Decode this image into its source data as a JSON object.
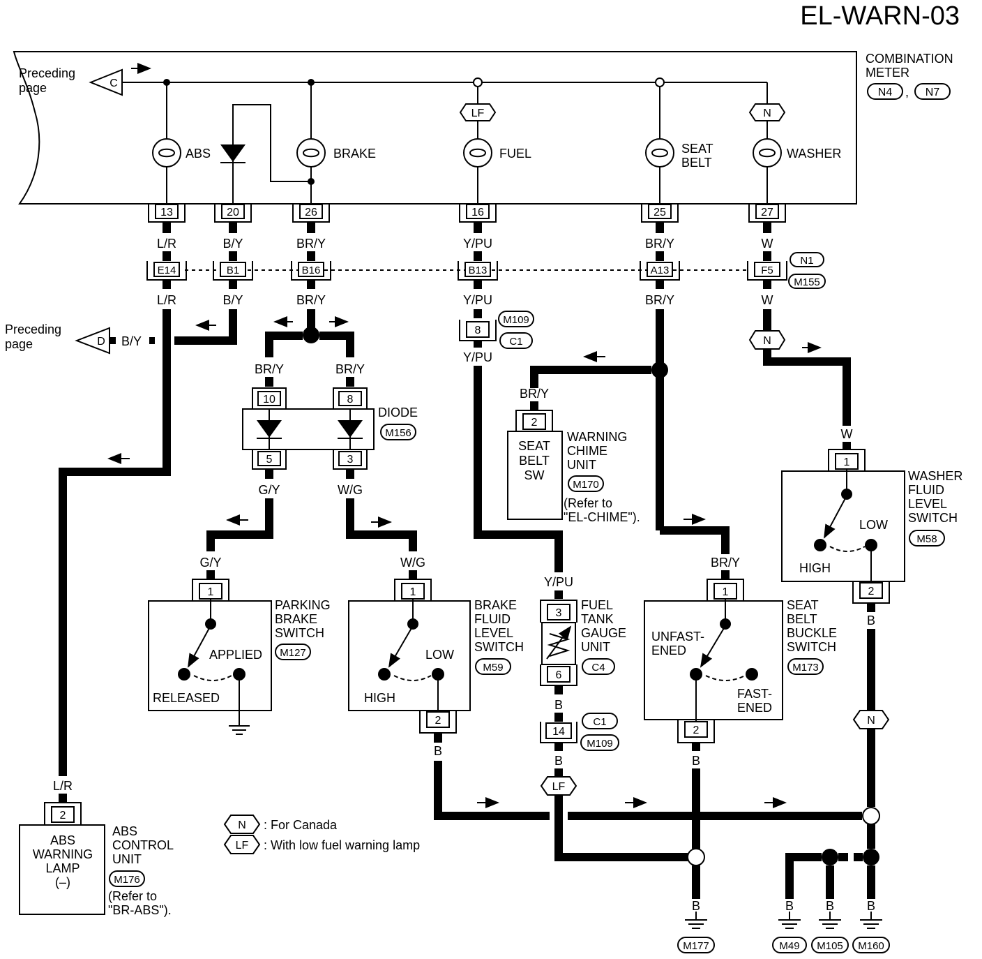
{
  "title": "EL-WARN-03",
  "combination_meter": {
    "label_line1": "COMBINATION",
    "label_line2": "METER",
    "connectors": [
      "N4",
      "N7"
    ],
    "lamps": [
      "ABS",
      "BRAKE",
      "FUEL",
      "SEAT",
      "BELT",
      "WASHER"
    ],
    "pins": [
      "13",
      "20",
      "26",
      "16",
      "25",
      "27"
    ]
  },
  "preceding_page": {
    "line1": "Preceding",
    "line2": "page",
    "top_ref": "C",
    "mid_ref": "D",
    "mid_wire": "B/Y"
  },
  "tags": {
    "lf": "LF",
    "n": "N"
  },
  "wires_upper": [
    "L/R",
    "B/Y",
    "BR/Y",
    "Y/PU",
    "BR/Y",
    "W"
  ],
  "joint_connectors": [
    "E14",
    "B1",
    "B16",
    "B13",
    "A13",
    "F5"
  ],
  "joint_refs": [
    "N1",
    "M155"
  ],
  "wires_lower": [
    "L/R",
    "B/Y",
    "BR/Y",
    "Y/PU",
    "BR/Y",
    "W"
  ],
  "fuel_joint": {
    "pin": "8",
    "refs": [
      "M109",
      "C1"
    ],
    "wire_out": "Y/PU"
  },
  "diode": {
    "label": "DIODE",
    "ref": "M156",
    "pins": [
      "10",
      "8",
      "5",
      "3"
    ],
    "wires_in": [
      "BR/Y",
      "BR/Y"
    ],
    "wires_out": [
      "G/Y",
      "W/G"
    ]
  },
  "warning_chime": {
    "wire": "BR/Y",
    "pin": "2",
    "inner": [
      "SEAT",
      "BELT",
      "SW"
    ],
    "label": [
      "WARNING",
      "CHIME",
      "UNIT"
    ],
    "ref": "M170",
    "note": [
      "(Refer to",
      "\"EL-CHIME\")."
    ]
  },
  "washer_switch": {
    "wire_in": "W",
    "pin_top": "1",
    "pin_bot": "2",
    "label": [
      "WASHER",
      "FLUID",
      "LEVEL",
      "SWITCH"
    ],
    "ref": "M58",
    "low": "LOW",
    "high": "HIGH",
    "wire_out": "B"
  },
  "parking_switch": {
    "wire_in": "G/Y",
    "pin": "1",
    "label": [
      "PARKING",
      "BRAKE",
      "SWITCH"
    ],
    "ref": "M127",
    "applied": "APPLIED",
    "released": "RELEASED"
  },
  "brake_fluid_switch": {
    "wire_in": "W/G",
    "pin_top": "1",
    "pin_bot": "2",
    "label": [
      "BRAKE",
      "FLUID",
      "LEVEL",
      "SWITCH"
    ],
    "ref": "M59",
    "low": "LOW",
    "high": "HIGH",
    "wire_out": "B"
  },
  "fuel_gauge": {
    "wire_in": "Y/PU",
    "pin_top": "3",
    "pin_bot": "6",
    "label": [
      "FUEL",
      "TANK",
      "GAUGE",
      "UNIT"
    ],
    "ref": "C4",
    "wire_out": "B",
    "joint_pin": "14",
    "joint_refs": [
      "C1",
      "M109"
    ],
    "wire_out2": "B"
  },
  "seat_buckle_switch": {
    "wire_in": "BR/Y",
    "pin_top": "1",
    "pin_bot": "2",
    "label": [
      "SEAT",
      "BELT",
      "BUCKLE",
      "SWITCH"
    ],
    "ref": "M173",
    "unfastened": [
      "UNFAST-",
      "ENED"
    ],
    "fastened": [
      "FAST-",
      "ENED"
    ],
    "wire_out": "B"
  },
  "abs_unit": {
    "wire": "L/R",
    "pin": "2",
    "inner": [
      "ABS",
      "WARNING",
      "LAMP",
      "(–)"
    ],
    "label": [
      "ABS",
      "CONTROL",
      "UNIT"
    ],
    "ref": "M176",
    "note": [
      "(Refer to",
      "\"BR-ABS\")."
    ]
  },
  "legend": {
    "n_text": ": For Canada",
    "lf_text": ": With low fuel warning lamp"
  },
  "grounds": {
    "wire": "B",
    "refs": [
      "M177",
      "M49",
      "M105",
      "M160"
    ]
  }
}
